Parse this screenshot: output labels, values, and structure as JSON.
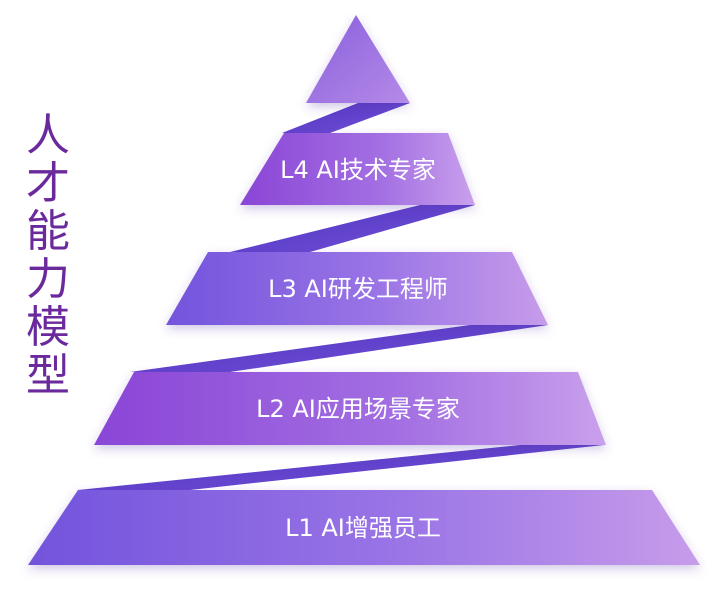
{
  "side_title": {
    "text": "人才能力模型",
    "chars": [
      "人",
      "才",
      "能",
      "力",
      "模",
      "型"
    ]
  },
  "colors": {
    "title": "#6b2a9c",
    "layer_left": "#7a5ce0",
    "layer_right": "#b88be8",
    "connector": "#5b3fc9",
    "apex": "#9b6ae0"
  },
  "levels": [
    {
      "id": "L4",
      "label": "L4  AI技术专家"
    },
    {
      "id": "L3",
      "label": "L3  AI研发工程师"
    },
    {
      "id": "L2",
      "label": "L2  AI应用场景专家"
    },
    {
      "id": "L1",
      "label": "L1  AI增强员工"
    }
  ]
}
